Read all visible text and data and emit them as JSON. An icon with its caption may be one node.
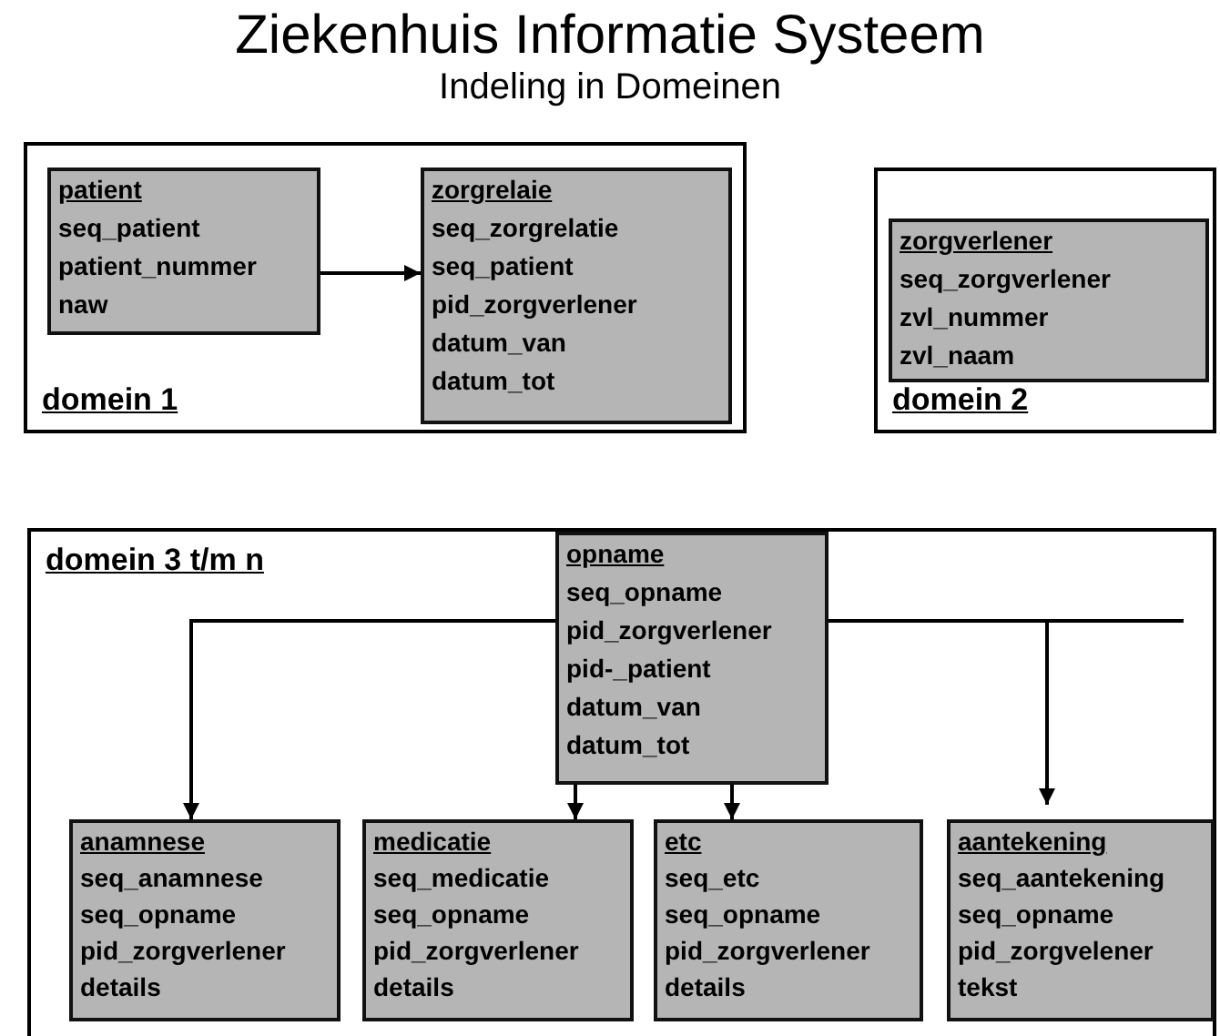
{
  "diagram": {
    "title": "Ziekenhuis Informatie Systeem",
    "labels": [
      "Indeling in Domeinen"
    ],
    "nodes": [
      {
        "text": [
          "domein 1"
        ]
      },
      {
        "text": [
          "patient",
          "seq_patient",
          "patient_nummer",
          "naw"
        ],
        "in": 0
      },
      {
        "text": [
          "zorgrelaie",
          "seq_zorgrelatie",
          "seq_patient",
          "pid_zorgverlener",
          "datum_van",
          "datum_tot"
        ],
        "in": 0
      },
      {
        "text": [
          "domein 2"
        ]
      },
      {
        "text": [
          "zorgverlener",
          "seq_zorgverlener",
          "zvl_nummer",
          "zvl_naam"
        ],
        "in": 3
      },
      {
        "text": [
          "domein 3 t/m n"
        ]
      },
      {
        "text": [
          "opname",
          "seq_opname",
          "pid_zorgverlener",
          "pid-_patient",
          "datum_van",
          "datum_tot"
        ],
        "in": 5
      },
      {
        "text": [
          "anamnese",
          "seq_anamnese",
          "seq_opname",
          "pid_zorgverlener",
          "details"
        ],
        "in": 5
      },
      {
        "text": [
          "medicatie",
          "seq_medicatie",
          "seq_opname",
          "pid_zorgverlener",
          "details"
        ],
        "in": 5
      },
      {
        "text": [
          "etc",
          "seq_etc",
          "seq_opname",
          "pid_zorgverlener",
          "details"
        ],
        "in": 5
      },
      {
        "text": [
          "aantekening",
          "seq_aantekening",
          "seq_opname",
          "pid_zorgvelener",
          "tekst"
        ],
        "in": 5
      }
    ],
    "edges": [
      {
        "from": 1,
        "to": 2,
        "arrow": "to"
      },
      {
        "from": 6,
        "to": 7,
        "arrow": "to"
      },
      {
        "from": 6,
        "to": 8,
        "arrow": "to"
      },
      {
        "from": 6,
        "to": 9,
        "arrow": "to"
      },
      {
        "from": 6,
        "to": 10,
        "arrow": "to"
      }
    ]
  }
}
